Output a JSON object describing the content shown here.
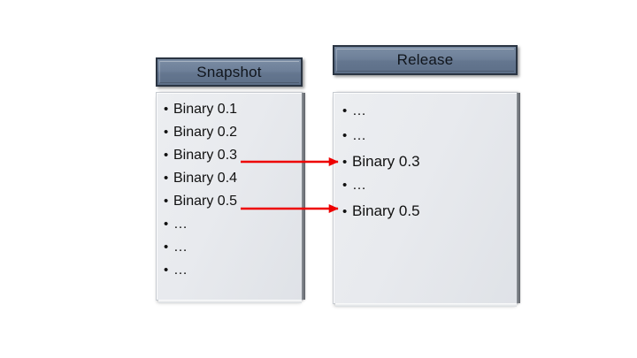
{
  "background_color": "#ffffff",
  "accent_color": "#ee0000",
  "header_fill_color": "#6e8099",
  "header_border_color": "#2a3442",
  "body_fill_color": "#e8eaee",
  "panels": [
    {
      "id": "snapshot",
      "title": "Snapshot",
      "items": [
        {
          "label": "Binary 0.1",
          "kind": "text"
        },
        {
          "label": "Binary 0.2",
          "kind": "text"
        },
        {
          "label": "Binary 0.3",
          "kind": "text"
        },
        {
          "label": "Binary 0.4",
          "kind": "text"
        },
        {
          "label": "Binary 0.5",
          "kind": "text"
        },
        {
          "label": "…",
          "kind": "ellipsis"
        },
        {
          "label": "…",
          "kind": "ellipsis"
        },
        {
          "label": "…",
          "kind": "ellipsis"
        }
      ]
    },
    {
      "id": "release",
      "title": "Release",
      "items": [
        {
          "label": "…",
          "kind": "ellipsis"
        },
        {
          "label": "…",
          "kind": "ellipsis"
        },
        {
          "label": "Binary 0.3",
          "kind": "text"
        },
        {
          "label": "…",
          "kind": "ellipsis"
        },
        {
          "label": "Binary 0.5",
          "kind": "text"
        }
      ]
    }
  ],
  "connectors": [
    {
      "id": "connector-binary-0-3",
      "from": "Binary 0.3",
      "to": "Binary 0.3",
      "color": "#ee0000"
    },
    {
      "id": "connector-binary-0-5",
      "from": "Binary 0.5",
      "to": "Binary 0.5",
      "color": "#ee0000"
    }
  ],
  "bullet_glyph": "•"
}
